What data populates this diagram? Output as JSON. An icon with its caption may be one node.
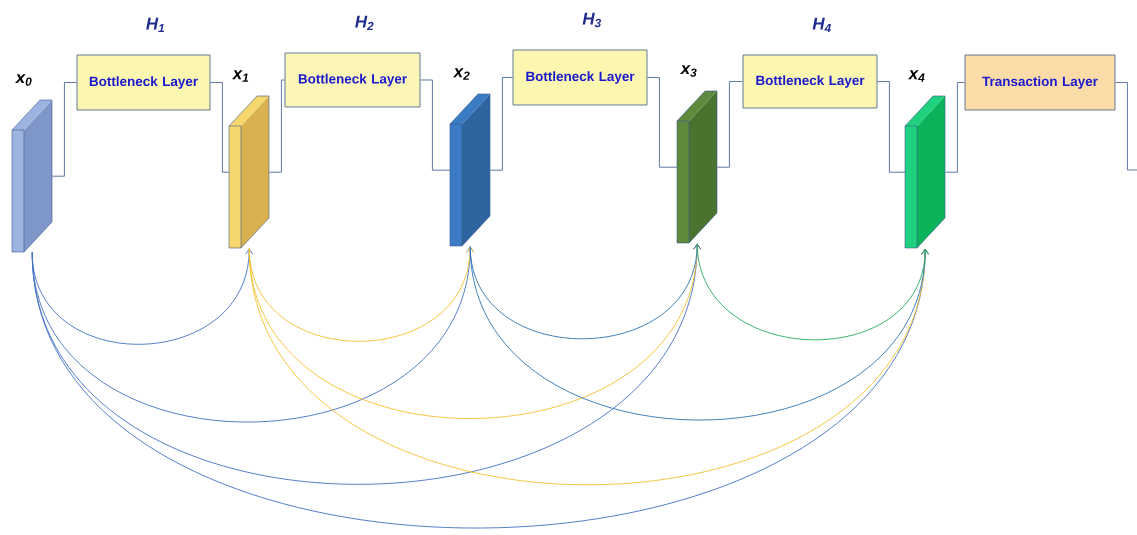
{
  "diagram": {
    "nodes": [
      {
        "text": [],
        "shape": "box",
        "beside": [
          "x$_{0}$"
        ]
      },
      {
        "text": [
          "Bottleneck Layer"
        ],
        "beside": [
          "H$_{1}$"
        ]
      },
      {
        "text": [],
        "shape": "box",
        "beside": [
          "x$_{1}$"
        ]
      },
      {
        "text": [
          "Bottleneck Layer"
        ],
        "beside": [
          "H$_{2}$"
        ]
      },
      {
        "text": [],
        "shape": "box",
        "beside": [
          "x$_{2}$"
        ]
      },
      {
        "text": [
          "Bottleneck Layer"
        ],
        "beside": [
          "H$_{3}$"
        ]
      },
      {
        "text": [],
        "shape": "box",
        "beside": [
          "x$_{3}$"
        ]
      },
      {
        "text": [
          "Bottleneck Layer"
        ],
        "beside": [
          "H$_{4}$"
        ]
      },
      {
        "text": [],
        "shape": "box",
        "beside": [
          "x$_{4}$"
        ]
      },
      {
        "text": [
          "Transaction Layer"
        ]
      }
    ],
    "edges": [
      {
        "from": 0,
        "to": 1,
        "arrow": "none"
      },
      {
        "from": 1,
        "to": 2,
        "arrow": "none"
      },
      {
        "from": 2,
        "to": 3,
        "arrow": "none"
      },
      {
        "from": 3,
        "to": 4,
        "arrow": "none"
      },
      {
        "from": 4,
        "to": 5,
        "arrow": "none"
      },
      {
        "from": 5,
        "to": 6,
        "arrow": "none"
      },
      {
        "from": 6,
        "to": 7,
        "arrow": "none"
      },
      {
        "from": 7,
        "to": 8,
        "arrow": "none"
      },
      {
        "from": 8,
        "to": 9,
        "arrow": "none"
      },
      {
        "from": 9,
        "to": null,
        "arrow": "none"
      },
      {
        "from": 0,
        "to": 2,
        "arrow": "to",
        "color": "#4472c4"
      },
      {
        "from": 0,
        "to": 4,
        "arrow": "to",
        "color": "#4472c4"
      },
      {
        "from": 0,
        "to": 6,
        "arrow": "to",
        "color": "#4472c4"
      },
      {
        "from": 0,
        "to": 8,
        "arrow": "to",
        "color": "#4472c4"
      },
      {
        "from": 2,
        "to": 4,
        "arrow": "to",
        "color": "#f4c02e"
      },
      {
        "from": 2,
        "to": 6,
        "arrow": "to",
        "color": "#f4c02e"
      },
      {
        "from": 2,
        "to": 8,
        "arrow": "to",
        "color": "#f4c02e"
      },
      {
        "from": 4,
        "to": 6,
        "arrow": "to",
        "color": "#2e75b6"
      },
      {
        "from": 4,
        "to": 8,
        "arrow": "to",
        "color": "#2e75b6"
      },
      {
        "from": 6,
        "to": 8,
        "arrow": "to",
        "color": "#27ae60"
      }
    ]
  }
}
